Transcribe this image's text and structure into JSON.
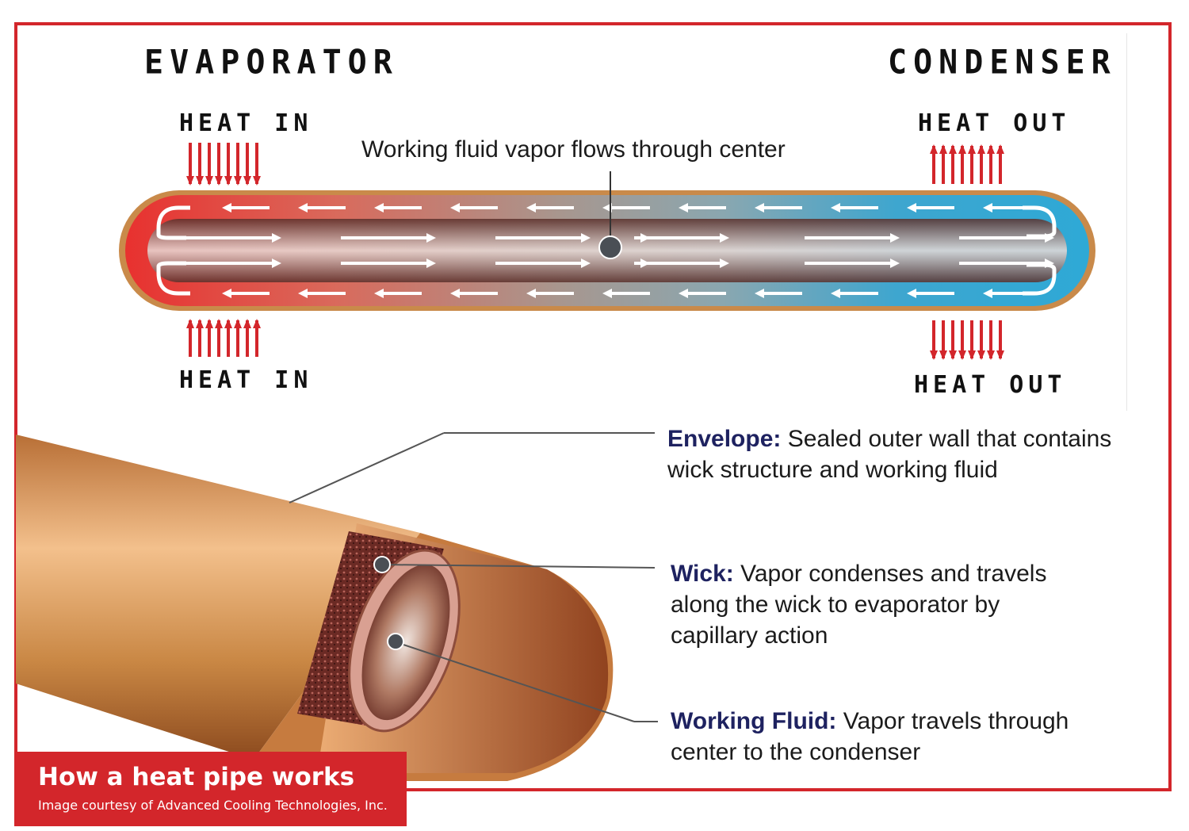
{
  "labels": {
    "evaporator": "EVAPORATOR",
    "condenser": "CONDENSER",
    "heat_in_top": "HEAT IN",
    "heat_in_bottom": "HEAT IN",
    "heat_out_top": "HEAT OUT",
    "heat_out_bottom": "HEAT OUT",
    "vapor_callout": "Working fluid vapor flows through center"
  },
  "legend": {
    "envelope": {
      "term": "Envelope:",
      "text": "Sealed outer wall that contains wick structure and working fluid"
    },
    "wick": {
      "term": "Wick:",
      "text": "Vapor condenses and travels along the wick to evaporator by capillary action"
    },
    "fluid": {
      "term": "Working Fluid:",
      "text": "Vapor travels through center to the condenser"
    }
  },
  "caption": {
    "title": "How a heat pipe works",
    "credit": "Image courtesy of Advanced Cooling Technologies, Inc."
  },
  "colors": {
    "frame": "#d3262b",
    "hot": "#e8312f",
    "cold": "#2ea9d6",
    "copper": "#c07a3c",
    "term": "#1e2260",
    "arrow_red": "#d3262b"
  }
}
